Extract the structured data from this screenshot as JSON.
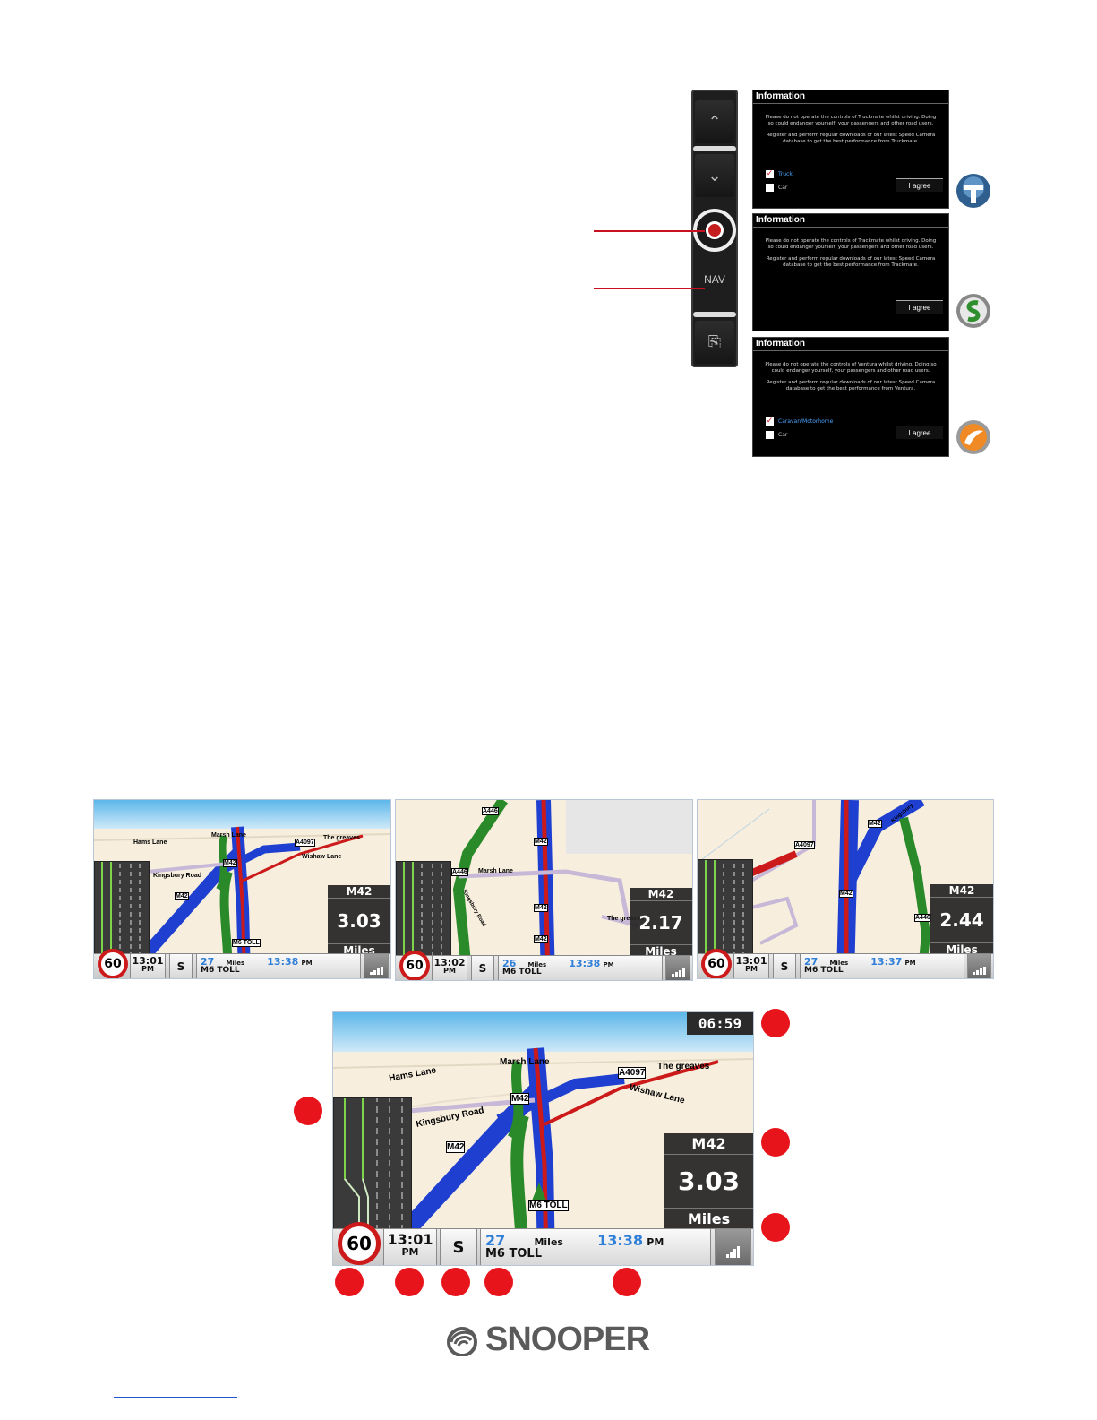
{
  "device": {
    "up_icon": "chevron-up-icon",
    "down_icon": "chevron-down-icon",
    "power_icon": "power-icon",
    "nav_label": "NAV",
    "sd_icon": "sd-card-icon"
  },
  "dialogs": [
    {
      "title": "Information",
      "text1": "Please do not operate the controls of Truckmate whilst driving. Doing so could endanger yourself, your passengers and other road users.",
      "text2": "Register and perform regular downloads of our latest Speed Camera database to get the best performance from Truckmate.",
      "options": [
        {
          "label": "Truck",
          "checked": true
        },
        {
          "label": "Car",
          "checked": false
        }
      ],
      "button": "I agree"
    },
    {
      "title": "Information",
      "text1": "Please do not operate the controls of Trackmate whilst driving. Doing so could endanger yourself, your passengers and other road users.",
      "text2": "Register and perform regular downloads of our latest Speed Camera database to get the best performance from Trackmate.",
      "options": [],
      "button": "I agree"
    },
    {
      "title": "Information",
      "text1": "Please do not operate the controls of Ventura whilst driving. Doing so could endanger yourself, your passengers and other road users.",
      "text2": "Register and perform regular downloads of our latest Speed Camera database to get the best performance from Ventura.",
      "options": [
        {
          "label": "Caravan/Motorhome",
          "checked": true
        },
        {
          "label": "Car",
          "checked": false
        }
      ],
      "button": "I agree"
    }
  ],
  "screens": [
    {
      "speed_limit": "60",
      "clock": "13:01",
      "ampm": "PM",
      "heading": "S",
      "distance": "27",
      "unit": "Miles",
      "eta": "13:38",
      "eta_ampm": "PM",
      "road": "M6 TOLL",
      "next_road": "M42",
      "next_distance": "3.03",
      "next_unit": "Miles",
      "map_labels": {
        "a": "Marsh Lane",
        "b": "A4097",
        "c": "The greaves",
        "d": "Hams Lane",
        "e": "Kingsbury Road",
        "f": "M42",
        "g": "M42",
        "h": "Wishaw Lane",
        "i": "M6 TOLL"
      }
    },
    {
      "speed_limit": "60",
      "clock": "13:02",
      "ampm": "PM",
      "heading": "S",
      "distance": "26",
      "unit": "Miles",
      "eta": "13:38",
      "eta_ampm": "PM",
      "road": "M6 TOLL",
      "next_road": "M42",
      "next_distance": "2.17",
      "next_unit": "Miles",
      "map_labels": {
        "a": "A446",
        "b": "M42",
        "c": "Marsh Lane",
        "d": "M42",
        "e": "M42",
        "f": "A446",
        "g": "The greaves",
        "h": "Kingsbury Road"
      }
    },
    {
      "speed_limit": "60",
      "clock": "13:01",
      "ampm": "PM",
      "heading": "S",
      "distance": "27",
      "unit": "Miles",
      "eta": "13:37",
      "eta_ampm": "PM",
      "road": "M6 TOLL",
      "next_road": "M42",
      "next_distance": "2.44",
      "next_unit": "Miles",
      "map_labels": {
        "a": "A4097",
        "b": "M42",
        "c": "A446",
        "d": "Kingsbury",
        "e": "M42"
      }
    }
  ],
  "large_screen": {
    "time_badge": "06:59",
    "speed_limit": "60",
    "clock": "13:01",
    "ampm": "PM",
    "heading": "S",
    "distance": "27",
    "unit": "Miles",
    "eta": "13:38",
    "eta_ampm": "PM",
    "road": "M6 TOLL",
    "next_road": "M42",
    "next_distance": "3.03",
    "next_unit": "Miles",
    "map_labels": {
      "a": "Marsh Lane",
      "b": "A4097",
      "c": "The greaves",
      "d": "Hams Lane",
      "e": "Kingsbury Road",
      "f": "M42",
      "g": "M42",
      "h": "Wishaw Lane",
      "i": "M6 TOLL"
    }
  },
  "logo": {
    "text": "SNOOPER",
    "icon": "snooper-swirl-icon"
  },
  "colors": {
    "marker": "#e8141b",
    "route": "#cc1a1a",
    "motorway": "#1f3fd0",
    "green_road": "#2a8a2a",
    "checkbox": "#d0141e"
  }
}
